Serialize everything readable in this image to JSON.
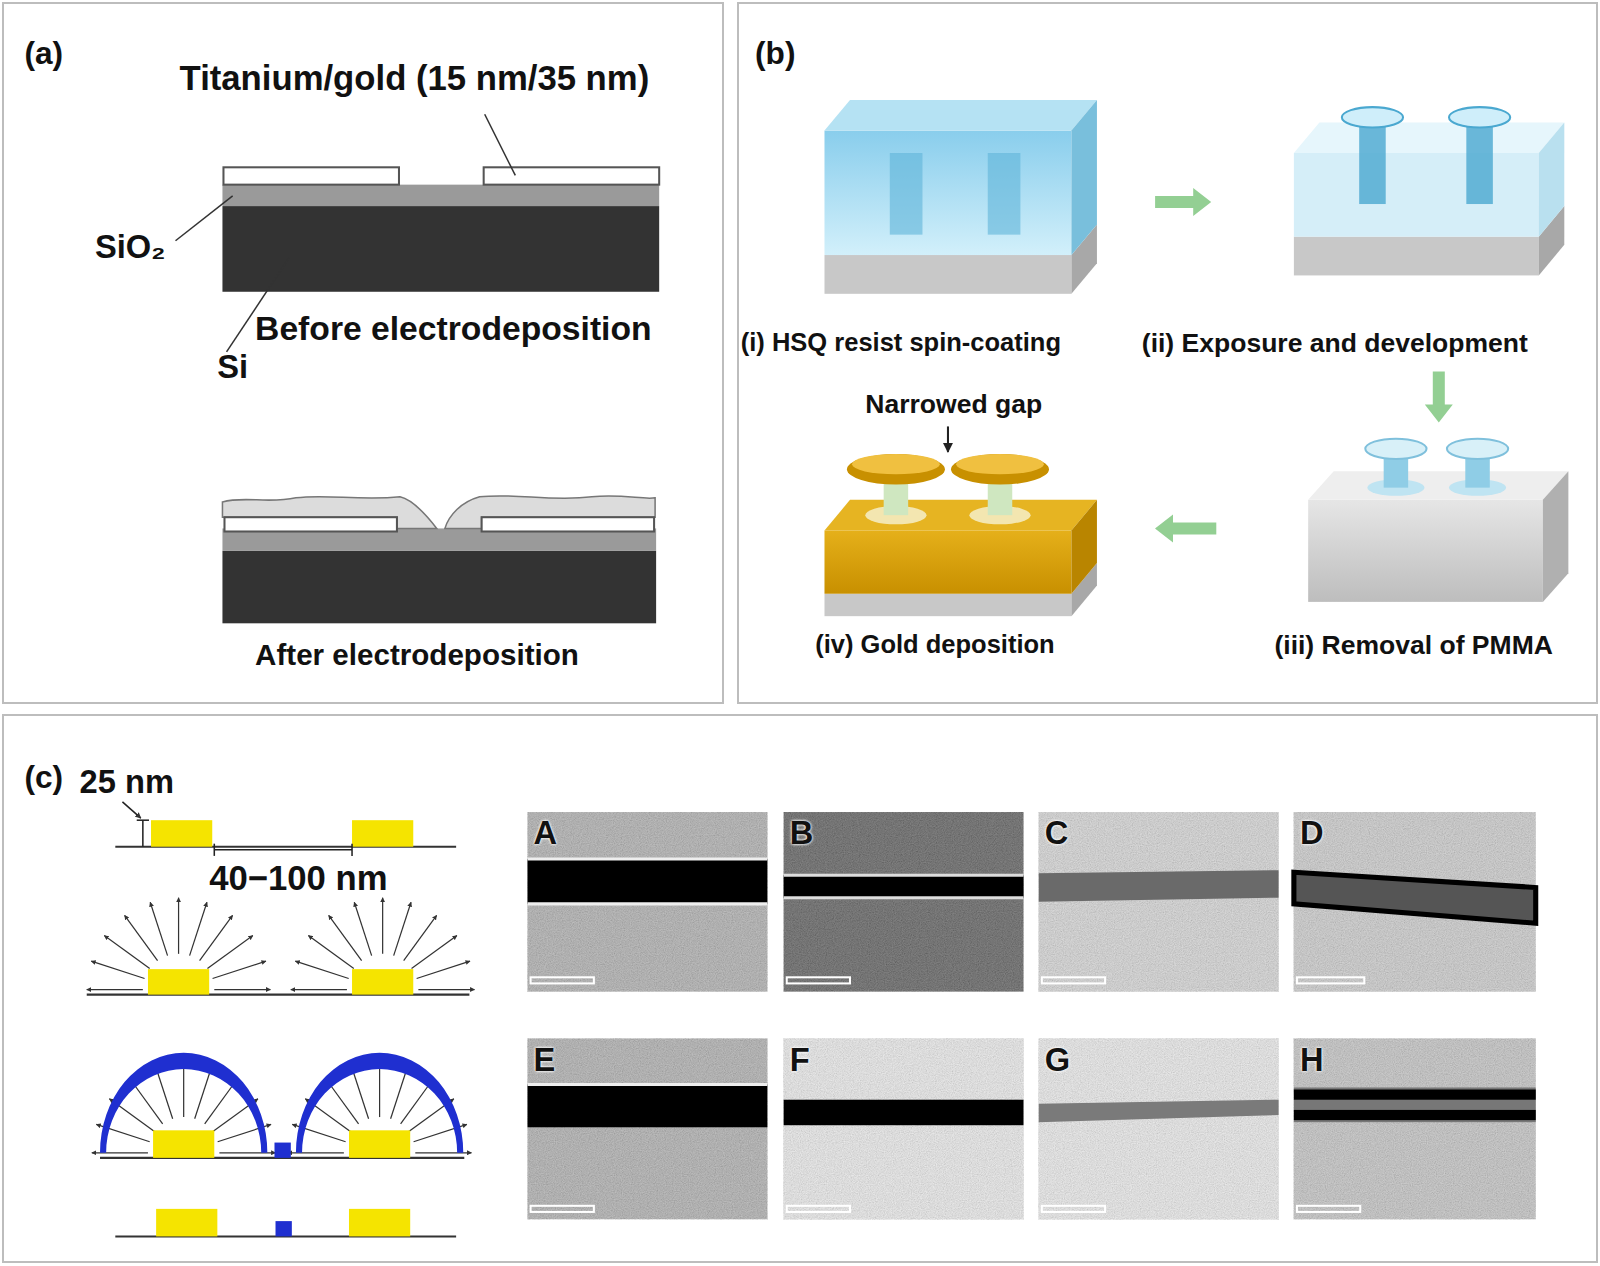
{
  "diagram": {
    "nodes": [
      {
        "text": [
          "(a)"
        ]
      },
      {
        "text": [
          "(b)"
        ]
      },
      {
        "text": [
          "(i) HSQ resist spin-coating"
        ],
        "in": 1
      },
      {
        "text": [
          "(ii) Exposure and development"
        ],
        "in": 1
      },
      {
        "text": [
          "(iii) Removal of PMMA"
        ],
        "in": 1
      },
      {
        "text": [
          "(iv) Gold deposition"
        ],
        "in": 1
      },
      {
        "text": [
          "(c)"
        ]
      },
      {
        "text": [
          "A"
        ],
        "in": 6
      },
      {
        "text": [
          "B"
        ],
        "in": 6
      },
      {
        "text": [
          "C"
        ],
        "in": 6
      },
      {
        "text": [
          "D"
        ],
        "in": 6
      },
      {
        "text": [
          "E"
        ],
        "in": 6
      },
      {
        "text": [
          "F"
        ],
        "in": 6
      },
      {
        "text": [
          "G"
        ],
        "in": 6
      },
      {
        "text": [
          "H"
        ],
        "in": 6
      }
    ],
    "edges": [
      {
        "from": 2,
        "to": 3,
        "arrow": "to"
      },
      {
        "from": 3,
        "to": 4,
        "arrow": "to"
      },
      {
        "from": 4,
        "to": 5,
        "arrow": "to"
      }
    ],
    "labels": [
      "Titanium/gold (15 nm/35 nm)",
      "SiO₂",
      "Si",
      "Before electrodeposition",
      "After electrodeposition",
      "Narrowed gap",
      "25 nm",
      "40−100 nm"
    ]
  }
}
